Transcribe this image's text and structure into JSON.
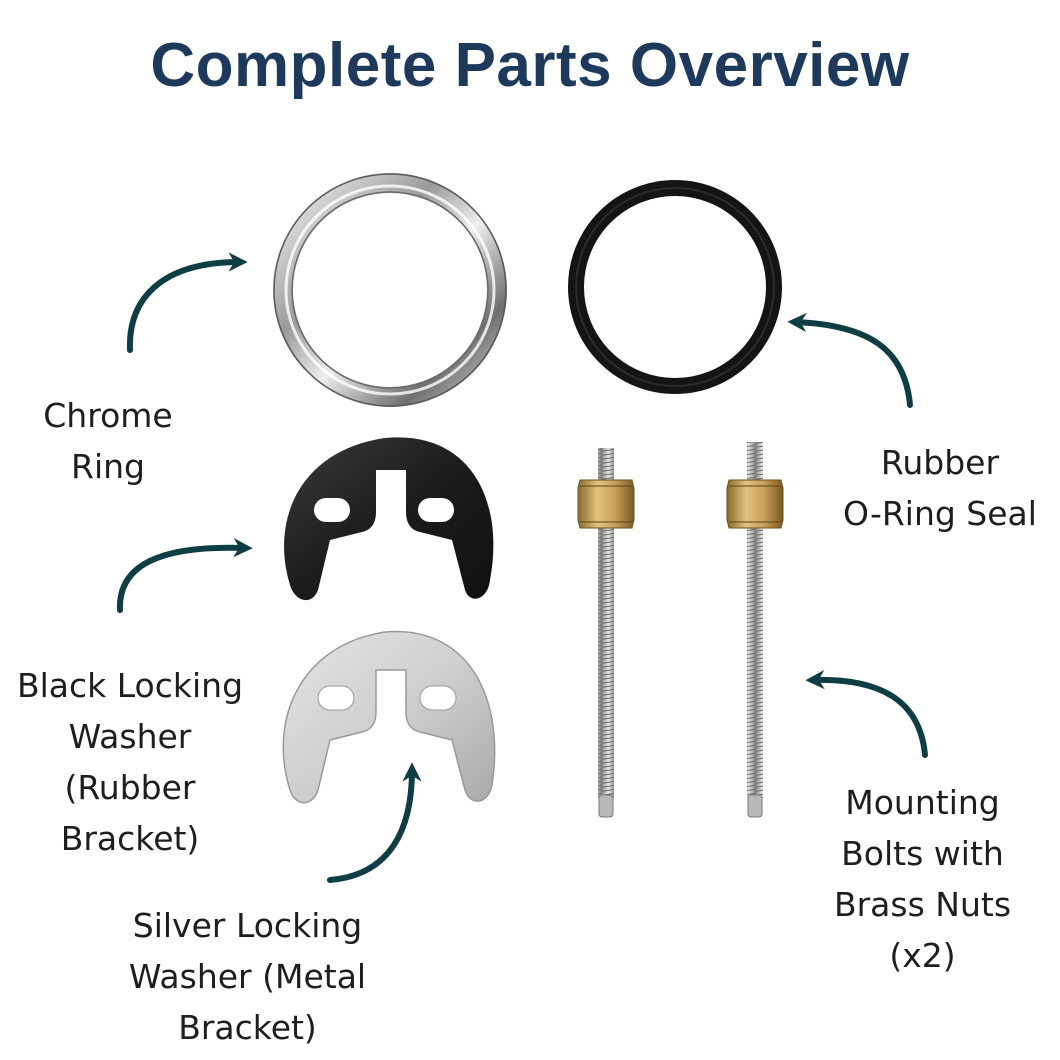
{
  "title": "Complete Parts Overview",
  "colors": {
    "title": "#1d3a5c",
    "arrow": "#0f3d44",
    "text": "#1e1e1e",
    "brass": "#c9a15a",
    "rubber": "#1a1a1a",
    "chrome": "#c7c7c7"
  },
  "labels": {
    "chrome_ring": [
      "Chrome",
      "Ring"
    ],
    "rubber_seal": [
      "Rubber",
      "O-Ring Seal"
    ],
    "black_washer": [
      "Black Locking",
      "Washer",
      "(Rubber",
      "Bracket)"
    ],
    "silver_washer": [
      "Silver Locking",
      "Washer (Metal",
      "Bracket)"
    ],
    "mounting_bolts": [
      "Mounting",
      "Bolts with",
      "Brass Nuts",
      "(x2)"
    ]
  },
  "icons": [
    "arrow-icon"
  ]
}
